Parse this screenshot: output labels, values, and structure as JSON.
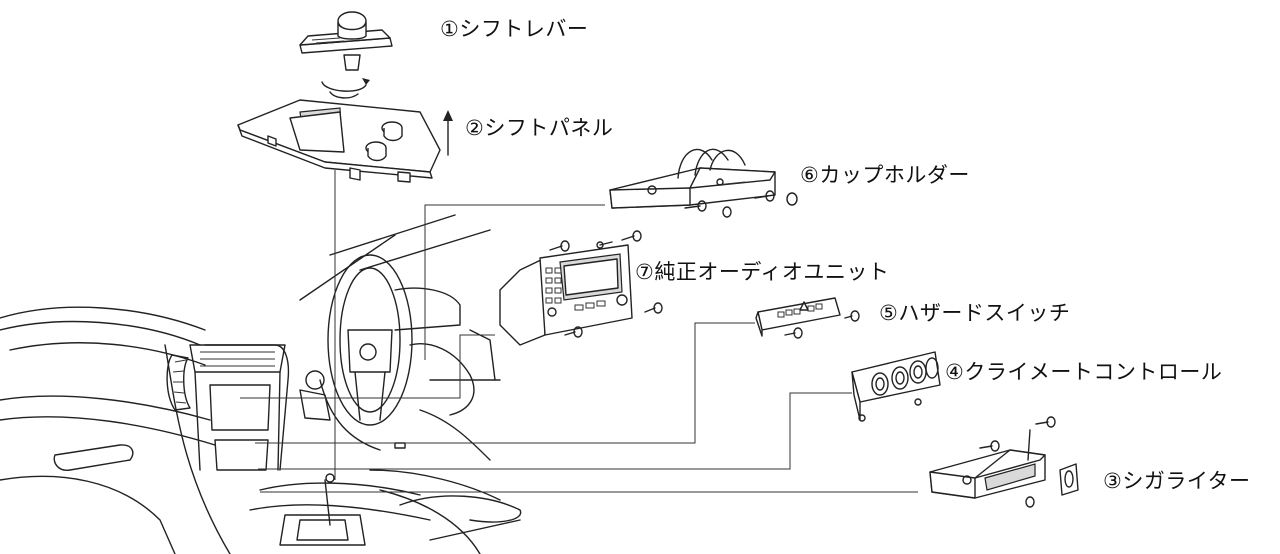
{
  "figure": {
    "parts": [
      {
        "label": "①シフトレバー"
      },
      {
        "label": "②シフトパネル"
      },
      {
        "label": "③シガライター"
      },
      {
        "label": "④クライメートコントロール"
      },
      {
        "label": "⑤ハザードスイッチ"
      },
      {
        "label": "⑥カップホルダー"
      },
      {
        "label": "⑦純正オーディオユニット"
      }
    ]
  }
}
